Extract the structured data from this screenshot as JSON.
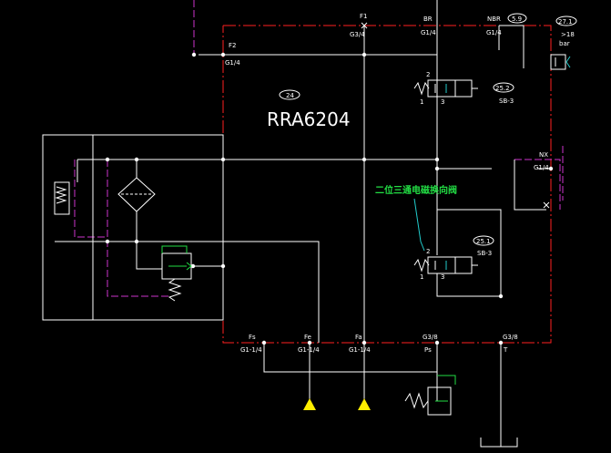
{
  "colors": {
    "background": "#000000",
    "line_white": "#ffffff",
    "boundary_red": "#ff2020",
    "pilot_magenta": "#cc33cc",
    "note_green": "#22dd44",
    "accent_cyan": "#22cccc",
    "tank_yellow": "#ffee00"
  },
  "block": {
    "model": "RRA6204",
    "model_tag": "24"
  },
  "ports_top": [
    {
      "name": "F1",
      "thread": "G3/4"
    },
    {
      "name": "F2",
      "thread": "G1/4"
    },
    {
      "name": "BR",
      "thread": "G1/4"
    },
    {
      "name": "NBR",
      "thread": "G1/4"
    },
    {
      "name": "NBR_tag",
      "thread": "5.9"
    }
  ],
  "pressure_switch": {
    "tag": "27.1",
    "setting": ">18",
    "unit": "bar"
  },
  "valve_upper": {
    "tag": "25.2",
    "model": "SB-3",
    "port_top": "2",
    "port_left": "1",
    "port_right": "3"
  },
  "valve_lower": {
    "tag": "25.1",
    "model": "SB-3",
    "port_top": "2",
    "port_left": "1",
    "port_right": "3"
  },
  "port_nx": {
    "name": "NX",
    "thread": "G1/4"
  },
  "note": {
    "text": "二位三通电磁换向阀"
  },
  "ports_bottom": [
    {
      "name": "Fs",
      "thread": "G1-1/4"
    },
    {
      "name": "Fe",
      "thread": "G1-1/4"
    },
    {
      "name": "Fa",
      "thread": "G1-1/4"
    },
    {
      "name": "Ps",
      "thread": "G3/8"
    },
    {
      "name": "T",
      "thread": "G3/8"
    }
  ]
}
